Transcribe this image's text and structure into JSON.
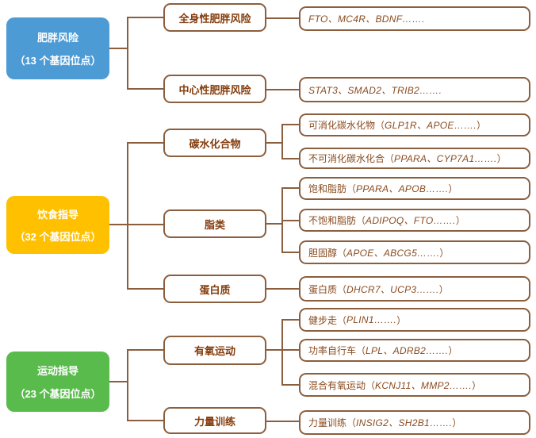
{
  "diagram": {
    "colors": {
      "node_blue": "#4D9BD5",
      "node_yellow": "#FFC000",
      "node_green": "#5ABB4D",
      "connector_brown": "#8B5E3E",
      "box_border": "#8B5E3E",
      "mid_text": "#843C0C",
      "leaf_text": "#8A4B1F"
    },
    "root_nodes": [
      {
        "title": "肥胖风险",
        "subtitle": "（13 个基因位点）"
      },
      {
        "title": "饮食指导",
        "subtitle": "（32 个基因位点）"
      },
      {
        "title": "运动指导",
        "subtitle": "（23 个基因位点）"
      }
    ],
    "mid_nodes": [
      {
        "label": "全身性肥胖风险"
      },
      {
        "label": "中心性肥胖风险"
      },
      {
        "label": "碳水化合物"
      },
      {
        "label": "脂类"
      },
      {
        "label": "蛋白质"
      },
      {
        "label": "有氧运动"
      },
      {
        "label": "力量训练"
      }
    ],
    "leaf_nodes": [
      {
        "prefix": "",
        "genes": "FTO、MC4R、BDNF…….",
        "suffix": ""
      },
      {
        "prefix": "",
        "genes": "STAT3、SMAD2、TRIB2…….",
        "suffix": ""
      },
      {
        "prefix": "可消化碳水化物（ ",
        "genes": "GLP1R、APOE…….",
        "suffix": " ）"
      },
      {
        "prefix": "不可消化碳水化合（ ",
        "genes": "PPARA、CYP7A1…….",
        "suffix": " ）"
      },
      {
        "prefix": "饱和脂肪（ ",
        "genes": "PPARA、APOB…….",
        "suffix": " ）"
      },
      {
        "prefix": "不饱和脂肪（ ",
        "genes": "ADIPOQ、FTO…….",
        "suffix": " ）"
      },
      {
        "prefix": "胆固醇（ ",
        "genes": "APOE、ABCG5…….",
        "suffix": " ）"
      },
      {
        "prefix": "蛋白质（ ",
        "genes": "DHCR7、UCP3…….",
        "suffix": " ）"
      },
      {
        "prefix": "健步走（ ",
        "genes": "PLIN1…….",
        "suffix": " ）"
      },
      {
        "prefix": "功率自行车（ ",
        "genes": "LPL、ADRB2…….",
        "suffix": " ）"
      },
      {
        "prefix": "混合有氧运动（ ",
        "genes": "KCNJ11、MMP2…….",
        "suffix": " ）"
      },
      {
        "prefix": "力量训练（ ",
        "genes": "INSIG2、SH2B1…….",
        "suffix": " ）"
      }
    ]
  }
}
